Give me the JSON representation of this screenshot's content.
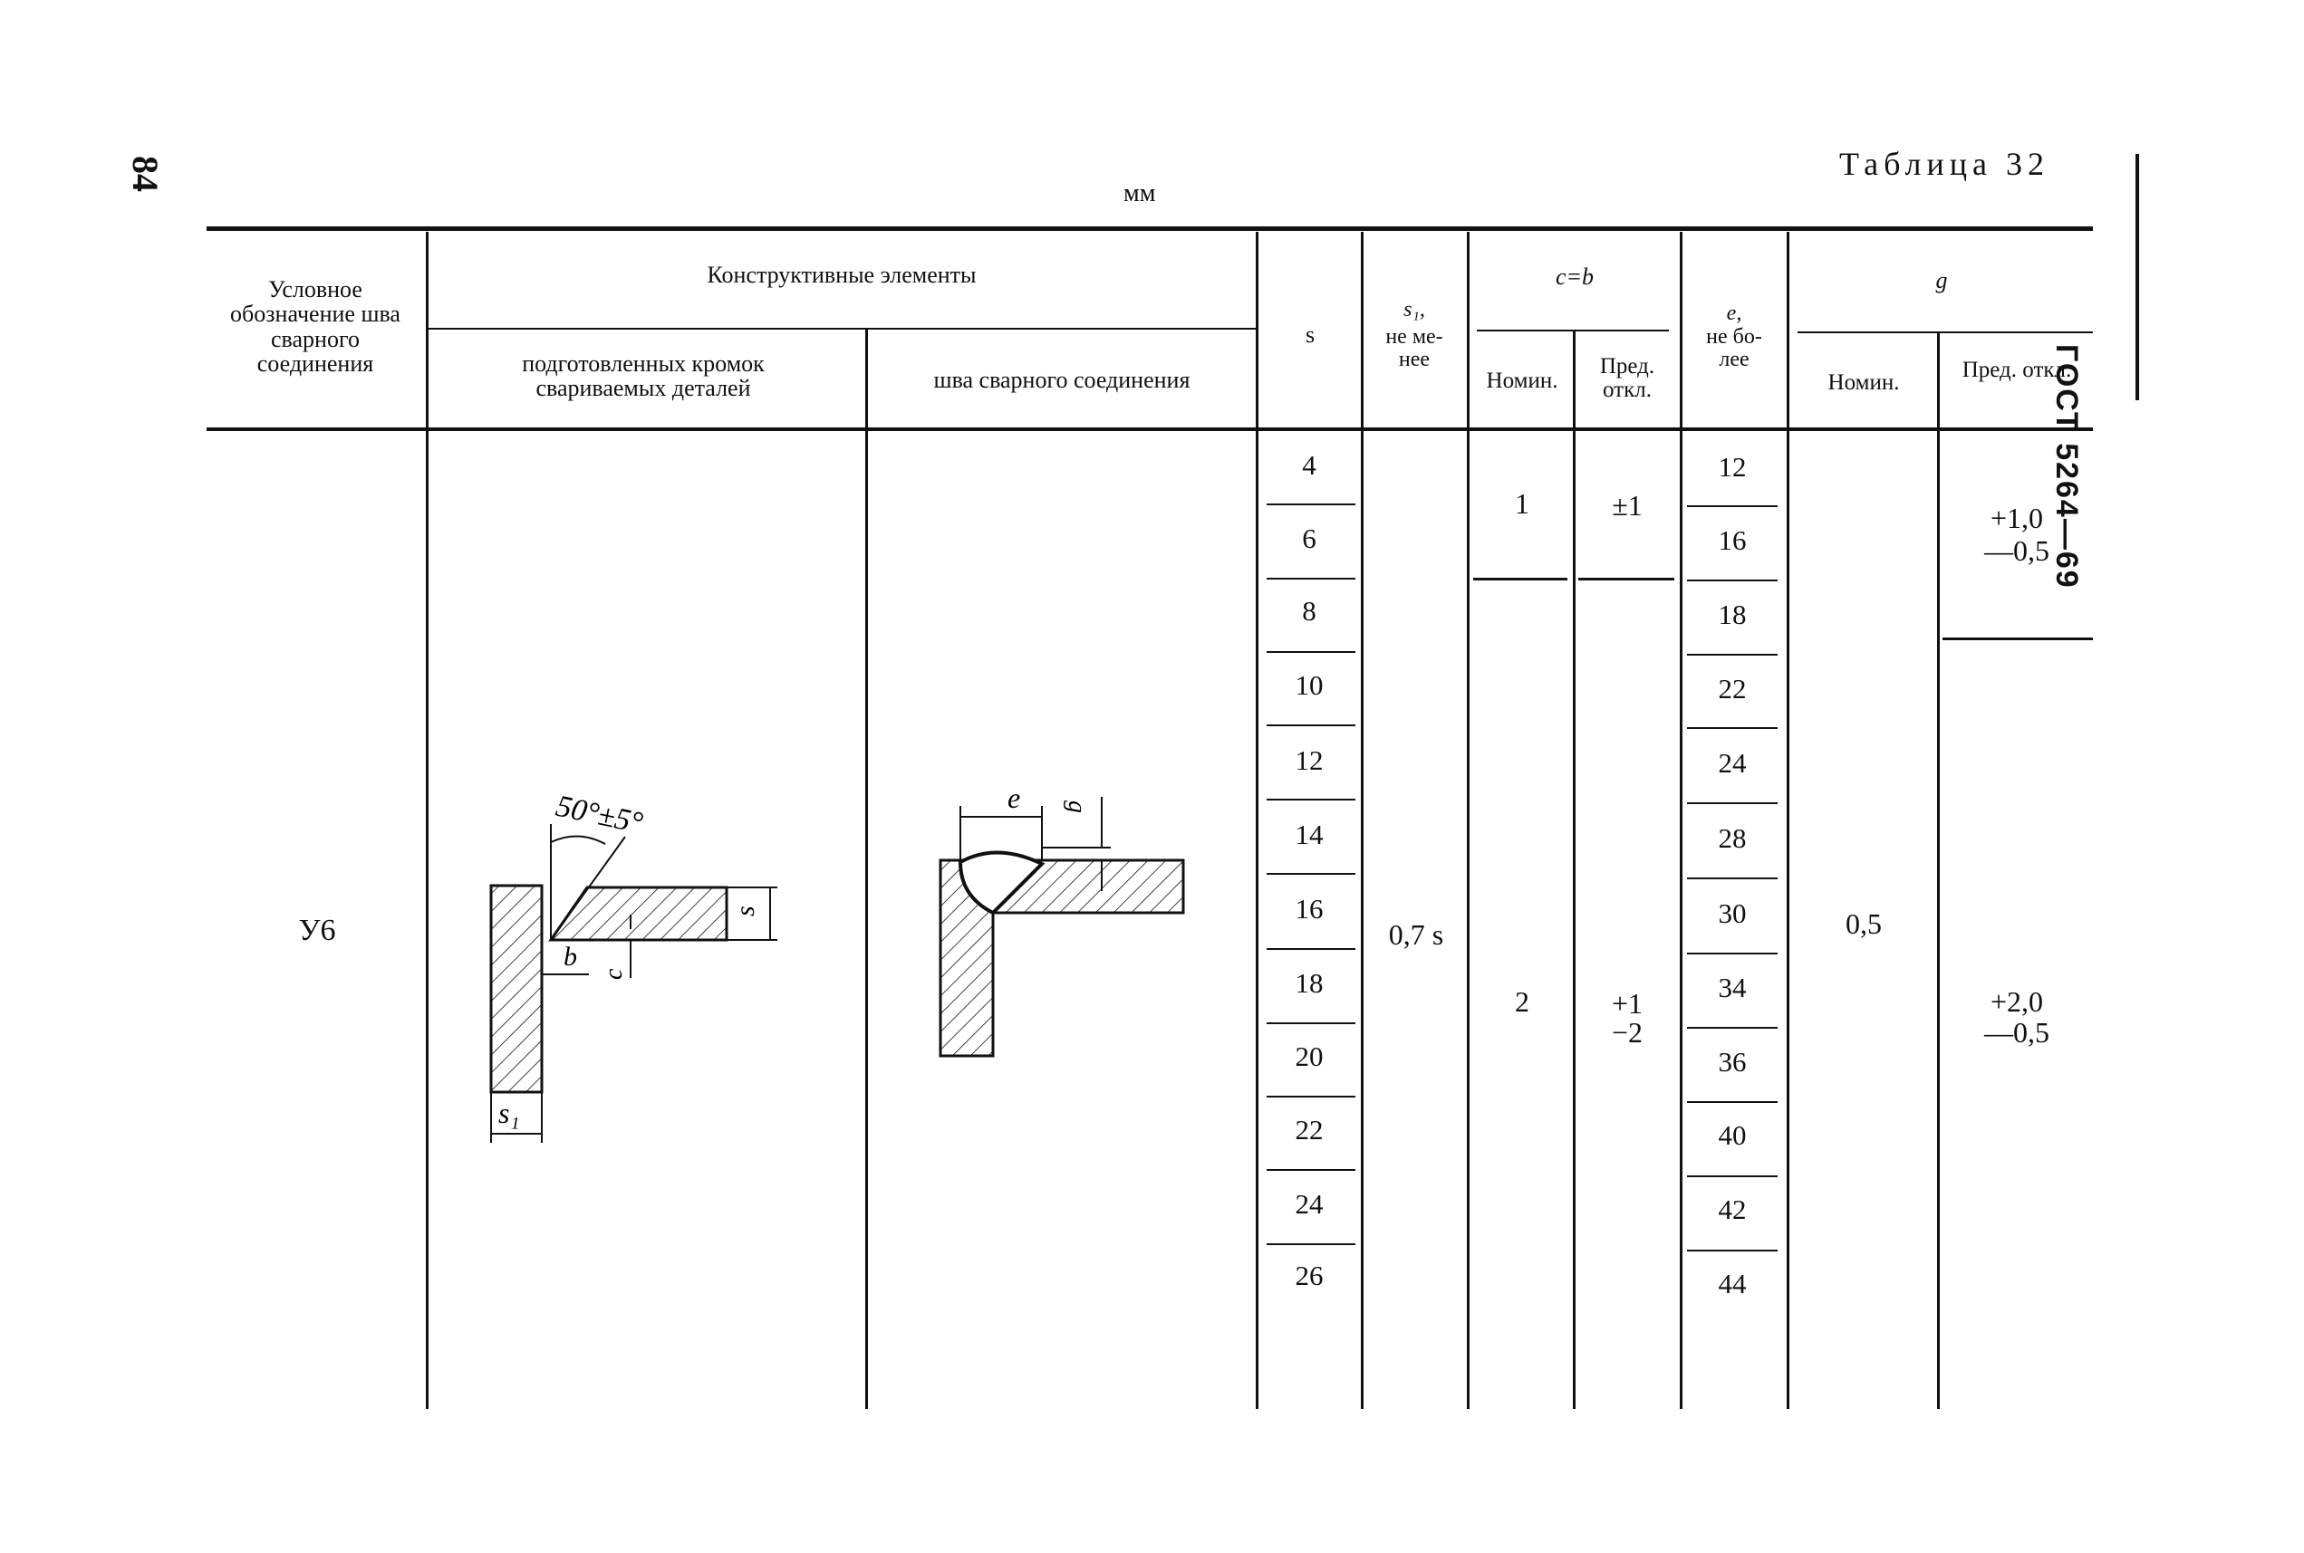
{
  "page_number": "84",
  "standard": "ГОСТ 5264—69",
  "table_title": "Таблица 32",
  "units": "мм",
  "header": {
    "designation": "Условное обозначение шва сварного соединения",
    "construct": "Конструктивные элементы",
    "prepared_edges": "подготовленных кромок свариваемых деталей",
    "weld_seam": "шва сварного соединения",
    "s": "s",
    "s1_sym": "s₁,",
    "s1_text": "не ме- нее",
    "cb": "c=b",
    "nominal": "Номин.",
    "tolerance": "Пред. откл.",
    "e_sym": "e,",
    "e_text": "не бо- лее",
    "g": "g"
  },
  "row": {
    "designation": "У6",
    "s_values": [
      "4",
      "6",
      "8",
      "10",
      "12",
      "14",
      "16",
      "18",
      "20",
      "22",
      "24",
      "26"
    ],
    "s1_value": "0,7 s",
    "cb_nominal_1": "1",
    "cb_tol_1": "±1",
    "cb_nominal_2": "2",
    "cb_tol_2_plus": "+1",
    "cb_tol_2_minus": "−2",
    "e_values": [
      "12",
      "16",
      "18",
      "22",
      "24",
      "28",
      "30",
      "34",
      "36",
      "40",
      "42",
      "44"
    ],
    "g_nominal": "0,5",
    "g_tol_1_plus": "+1,0",
    "g_tol_1_minus": "—0,5",
    "g_tol_2_plus": "+2,0",
    "g_tol_2_minus": "—0,5"
  },
  "drawing_labels": {
    "angle": "50°±5°",
    "s": "s",
    "b": "b",
    "c": "c",
    "s1": "s₁",
    "e": "e",
    "g": "g"
  }
}
